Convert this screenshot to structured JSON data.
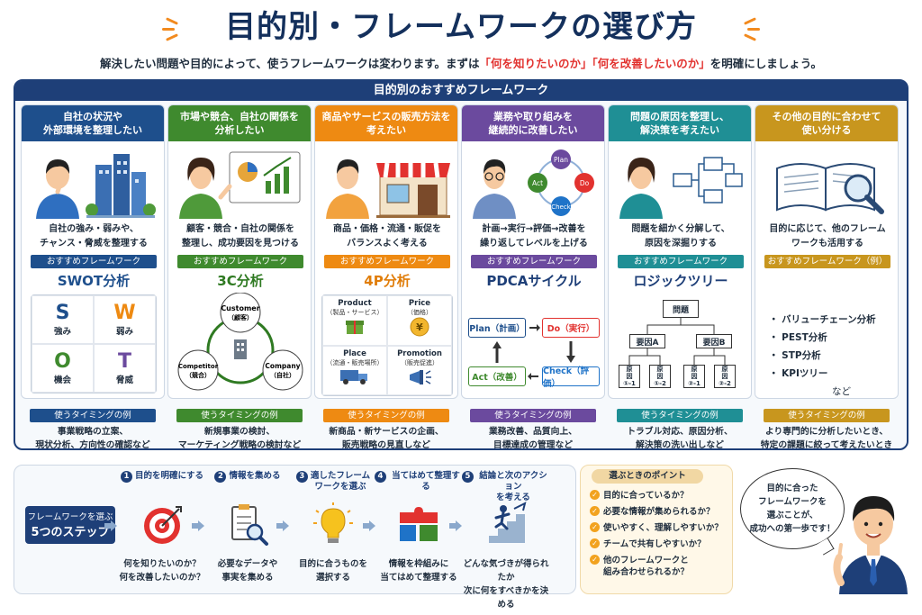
{
  "page": {
    "title": "目的別・フレームワークの選び方",
    "subtitle_pre": "解決したい問題や目的によって、使うフレームワークは変わります。まずは",
    "subtitle_q1": "「何を知りたいのか」",
    "subtitle_q2": "「何を改善したいのか」",
    "subtitle_post": "を明確にしましょう。",
    "main_header": "目的別のおすすめフレームワーク"
  },
  "columns": [
    {
      "head": "自社の状況や\n外部環境を整理したい",
      "desc": "自社の強み・弱みや、\nチャンス・脅威を整理する",
      "rec": "おすすめフレームワーク",
      "fw": "SWOT分析",
      "timing": "使うタイミングの例",
      "timing_text": "事業戦略の立案、\n現状分析、方向性の確認など",
      "color": "#1e4f8c",
      "fwcolor": "#1e4f8c"
    },
    {
      "head": "市場や競合、自社の関係を\n分析したい",
      "desc": "顧客・競合・自社の関係を\n整理し、成功要因を見つける",
      "rec": "おすすめフレームワーク",
      "fw": "3C分析",
      "timing": "使うタイミングの例",
      "timing_text": "新規事業の検討、\nマーケティング戦略の検討など",
      "color": "#3f8a2e",
      "fwcolor": "#2f7a22"
    },
    {
      "head": "商品やサービスの販売方法を\n考えたい",
      "desc": "商品・価格・流通・販促を\nバランスよく考える",
      "rec": "おすすめフレームワーク",
      "fw": "4P分析",
      "timing": "使うタイミングの例",
      "timing_text": "新商品・新サービスの企画、\n販売戦略の見直しなど",
      "color": "#ee8a12",
      "fwcolor": "#e07d0a"
    },
    {
      "head": "業務や取り組みを\n継続的に改善したい",
      "desc": "計画→実行→評価→改善を\n繰り返してレベルを上げる",
      "rec": "おすすめフレームワーク",
      "fw": "PDCAサイクル",
      "timing": "使うタイミングの例",
      "timing_text": "業務改善、品質向上、\n目標達成の管理など",
      "color": "#6b4a9e",
      "fwcolor": "#1e3f78"
    },
    {
      "head": "問題の原因を整理し、\n解決策を考えたい",
      "desc": "問題を細かく分解して、\n原因を深掘りする",
      "rec": "おすすめフレームワーク",
      "fw": "ロジックツリー",
      "timing": "使うタイミングの例",
      "timing_text": "トラブル対応、原因分析、\n解決策の洗い出しなど",
      "color": "#1f8f95",
      "fwcolor": "#1e3f78"
    },
    {
      "head": "その他の目的に合わせて\n使い分ける",
      "desc": "目的に応じて、他のフレーム\nワークも活用する",
      "rec": "おすすめフレームワーク（例）",
      "fw": "",
      "timing": "使うタイミングの例",
      "timing_text": "より専門的に分析したいとき、\n特定の課題に絞って考えたいとき",
      "color": "#c8961e",
      "fwcolor": "#1e3f78"
    }
  ],
  "swot": [
    {
      "letter": "S",
      "label": "強み",
      "color": "#1e4f8c"
    },
    {
      "letter": "W",
      "label": "弱み",
      "color": "#ee8a12"
    },
    {
      "letter": "O",
      "label": "機会",
      "color": "#3f8a2e"
    },
    {
      "letter": "T",
      "label": "脅威",
      "color": "#6b4a9e"
    }
  ],
  "threec": {
    "customer": "Customer",
    "customer_jp": "（顧客）",
    "competitor": "Competitor",
    "competitor_jp": "（競合）",
    "company": "Company",
    "company_jp": "（自社）"
  },
  "fourp": [
    {
      "t": "Product",
      "s": "（製品・サービス）"
    },
    {
      "t": "Price",
      "s": "（価格）"
    },
    {
      "t": "Place",
      "s": "（流通・販売場所）"
    },
    {
      "t": "Promotion",
      "s": "（販売促進）"
    }
  ],
  "pdca_illus": {
    "plan": "Plan",
    "do": "Do",
    "check": "Check",
    "act": "Act"
  },
  "pdca": {
    "plan": "Plan（計画）",
    "do": "Do（実行）",
    "check": "Check（評価）",
    "act": "Act（改善）"
  },
  "logic": {
    "root": "問題",
    "a": "要因A",
    "b": "要因B",
    "leaves": [
      [
        "原",
        "因",
        "①-1"
      ],
      [
        "原",
        "因",
        "①-2"
      ],
      [
        "原",
        "因",
        "②-1"
      ],
      [
        "原",
        "因",
        "②-2"
      ]
    ]
  },
  "other_list": [
    "・ バリューチェーン分析",
    "・ PEST分析",
    "・ STP分析",
    "・ KPIツリー"
  ],
  "other_more": "など",
  "steps_label_a": "フレームワークを選ぶ",
  "steps_label_b": "5つのステップ",
  "steps": [
    {
      "num": "1",
      "title": "目的を明確にする",
      "desc": "何を知りたいのか？\n何を改善したいのか？"
    },
    {
      "num": "2",
      "title": "情報を集める",
      "desc": "必要なデータや\n事実を集める"
    },
    {
      "num": "3",
      "title": "適したフレーム\nワークを選ぶ",
      "desc": "目的に合うものを\n選択する"
    },
    {
      "num": "4",
      "title": "当てはめて整理する",
      "desc": "情報を枠組みに\n当てはめて整理する"
    },
    {
      "num": "5",
      "title": "結論と次のアクション\nを考える",
      "desc": "どんな気づきが得られたか\n次に何をすべきかを決める"
    }
  ],
  "points_head": "選ぶときのポイント",
  "points": [
    "目的に合っているか？",
    "必要な情報が集められるか？",
    "使いやすく、理解しやすいか？",
    "チームで共有しやすいか？",
    "他のフレームワークと\n組み合わせられるか？"
  ],
  "bubble": "目的に合った\nフレームワークを\n選ぶことが、\n成功への第一歩です！"
}
